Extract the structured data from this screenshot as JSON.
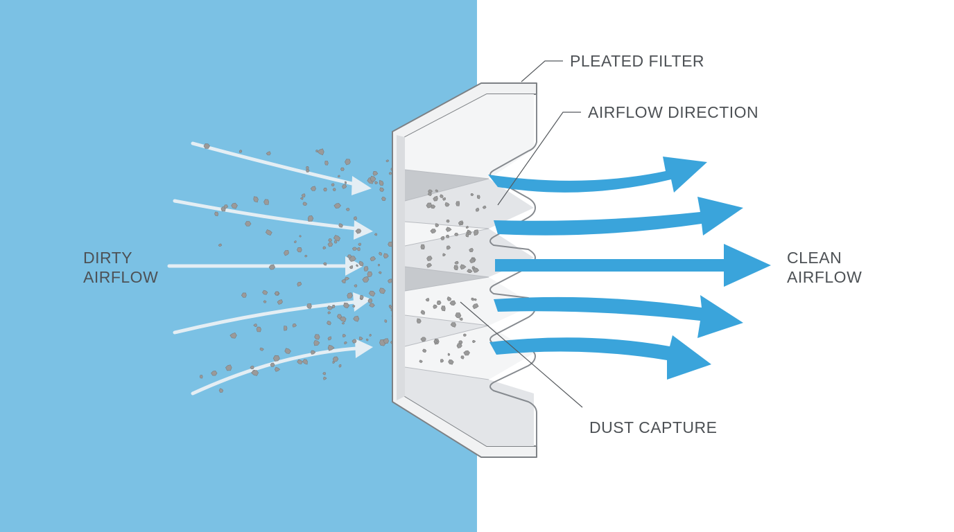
{
  "colors": {
    "dirty_side_bg": "#7bc1e4",
    "clean_side_bg": "#ffffff",
    "clean_arrow": "#3aa4db",
    "dirty_arrow": "#e4eef4",
    "particle": "#9a9a9a",
    "label_text": "#4d5155"
  },
  "labels": {
    "pleated_filter": "PLEATED FILTER",
    "airflow_direction": "AIRFLOW DIRECTION",
    "dirty_airflow_line1": "DIRTY",
    "dirty_airflow_line2": "AIRFLOW",
    "clean_airflow_line1": "CLEAN",
    "clean_airflow_line2": "AIRFLOW",
    "dust_capture": "DUST CAPTURE"
  },
  "dirty_arrow_count": 5,
  "clean_arrow_count": 5,
  "filter_pleat_count": 6
}
